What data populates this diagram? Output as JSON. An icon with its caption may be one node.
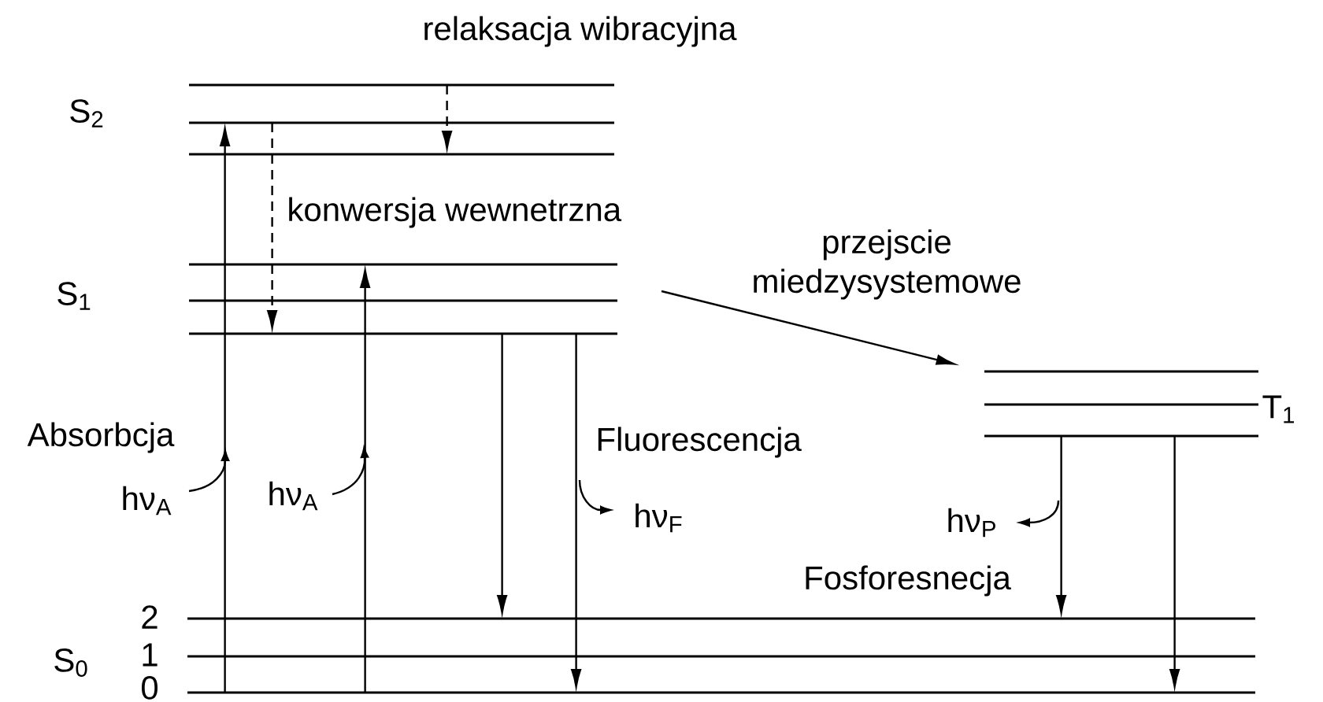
{
  "diagram": {
    "nodes": [
      {
        "text": [],
        "shape": "line"
      },
      {
        "text": [],
        "shape": "line"
      },
      {
        "text": [],
        "shape": "line"
      },
      {
        "text": [],
        "shape": "line"
      },
      {
        "text": [],
        "shape": "line"
      },
      {
        "text": [],
        "shape": "line"
      },
      {
        "text": [],
        "shape": "line"
      },
      {
        "text": [],
        "shape": "line"
      },
      {
        "text": [],
        "shape": "line"
      },
      {
        "text": [],
        "shape": "line"
      },
      {
        "text": [],
        "shape": "line"
      },
      {
        "text": [],
        "shape": "line"
      }
    ],
    "edges": [
      {
        "from": 0,
        "to": 2,
        "arrow": "to",
        "style": "dashed",
        "label": "relaksacja wibracyjna"
      },
      {
        "from": 11,
        "to": 1,
        "arrow": "to"
      },
      {
        "from": 1,
        "to": 5,
        "arrow": "to",
        "style": "dashed",
        "label": "konwersja wewnetrzna"
      },
      {
        "from": 11,
        "to": 3,
        "arrow": "to"
      },
      {
        "from": 5,
        "to": 9,
        "arrow": "to"
      },
      {
        "from": 5,
        "to": 11,
        "arrow": "to"
      },
      {
        "from": null,
        "to": 6,
        "arrow": "to",
        "label": "przejscie miedzysystemowe"
      },
      {
        "from": 8,
        "to": 9,
        "arrow": "to"
      },
      {
        "from": 8,
        "to": 11,
        "arrow": "to"
      }
    ],
    "labels": [
      "S$_{2}$",
      "S$_{1}$",
      "T$_{1}$",
      "Absorbcja",
      "Fluorescencja",
      "hν$_{A}$",
      "hν$_{A}$",
      "hν$_{F}$",
      "hν$_{P}$",
      "Fosforesnecja",
      "2",
      "S$_{0}$",
      "1",
      "0"
    ]
  }
}
